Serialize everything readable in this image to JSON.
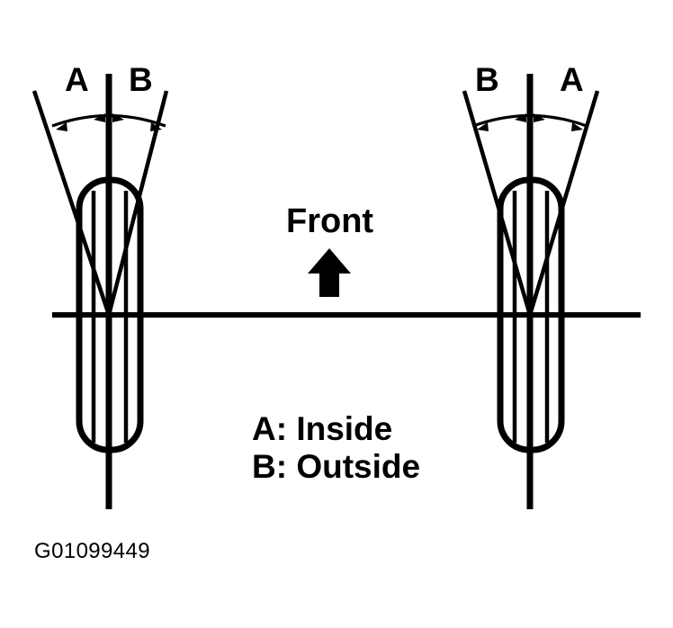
{
  "figure": {
    "id_label": "G01099449",
    "background_color": "#ffffff",
    "line_color": "#000000",
    "title_hidden": "Front wheel toe alignment diagram"
  },
  "front_indicator": {
    "label": "Front",
    "arrow_icon": "arrow-up-icon",
    "direction": "up"
  },
  "legend": {
    "lines": [
      {
        "key": "A",
        "text": "A: Inside"
      },
      {
        "key": "B",
        "text": "B: Outside"
      }
    ]
  },
  "wheels": [
    {
      "side": "left",
      "labels": [
        {
          "text": "A",
          "position": "left-of-centerline"
        },
        {
          "text": "B",
          "position": "right-of-centerline"
        }
      ]
    },
    {
      "side": "right",
      "labels": [
        {
          "text": "B",
          "position": "left-of-centerline"
        },
        {
          "text": "A",
          "position": "right-of-centerline"
        }
      ]
    }
  ]
}
